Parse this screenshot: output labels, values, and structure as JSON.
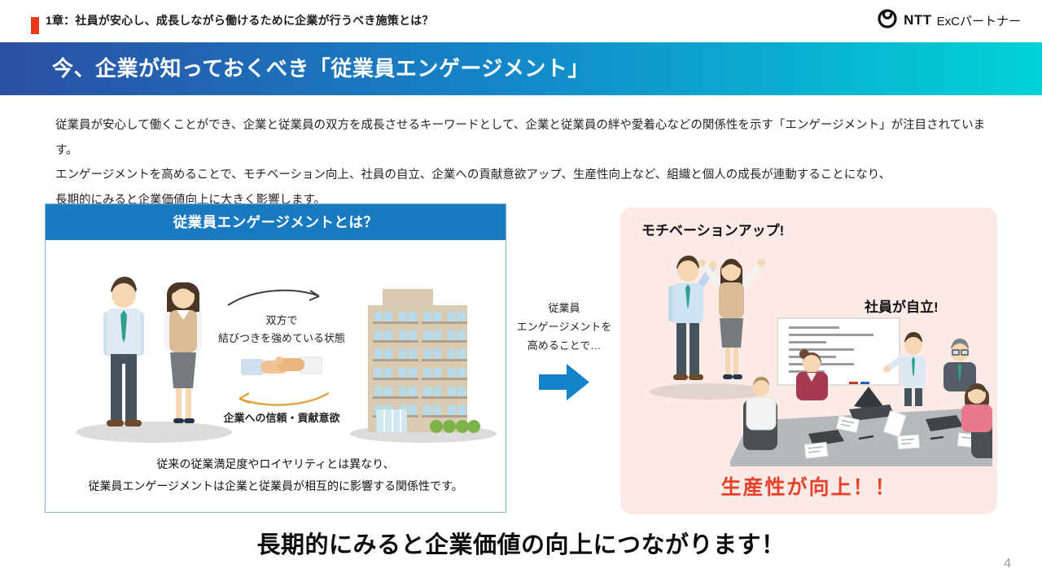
{
  "page_number": "4",
  "header": {
    "chapter_title": "1章：社員が安心し、成長しながら働けるために企業が行うべき施策とは？",
    "logo_brand": "NTT",
    "logo_name": "ExCパートナー"
  },
  "title_bar": {
    "title": "今、企業が知っておくべき「従業員エンゲージメント」"
  },
  "intro": {
    "line1": "従業員が安心して働くことができ、企業と従業員の双方を成長させるキーワードとして、企業と従業員の絆や愛着心などの関係性を示す「エンゲージメント」が注目されています。",
    "line2": "エンゲージメントを高めることで、モチベーション向上、社員の自立、企業への貢献意欲アップ、生産性向上など、組織と個人の成長が連動することになり、",
    "line3": "長期的にみると企業価値向上に大きく影響します。"
  },
  "definition_box": {
    "header": "従業員エンゲージメントとは？",
    "mutual_line1": "双方で",
    "mutual_line2": "結びつきを強めている状態",
    "trust_label": "企業への信頼・貢献意欲",
    "footer_line1": "従来の従業満足度やロイヤリティとは異なり、",
    "footer_line2": "従業員エンゲージメントは企業と従業員が相互的に影響する関係性です。"
  },
  "connector": {
    "line1": "従業員",
    "line2": "エンゲージメントを",
    "line3": "高めることで…"
  },
  "result_box": {
    "motivation_label": "モチベーションアップ!",
    "independence_label": "社員が自立!",
    "productivity_label": "生産性が向上！！"
  },
  "conclusion": "長期的にみると企業価値の向上につながります！",
  "colors": {
    "accent_red": "#e8391d",
    "gradient_start": "#2b4fa3",
    "gradient_end": "#00d2d6",
    "box_header_blue": "#1a7abf",
    "arrow_blue": "#1583ca",
    "result_bg_pink": "#fceae7",
    "productivity_red": "#e8432a"
  },
  "icons": {
    "logo_icon": "ntt-dynamic-loop-icon",
    "employee_pair": "two-employees-standing-illustration",
    "handshake": "handshake-icon",
    "company_building": "office-building-illustration",
    "cheering_pair": "two-employees-cheering-illustration",
    "meeting": "team-meeting-whiteboard-illustration"
  }
}
